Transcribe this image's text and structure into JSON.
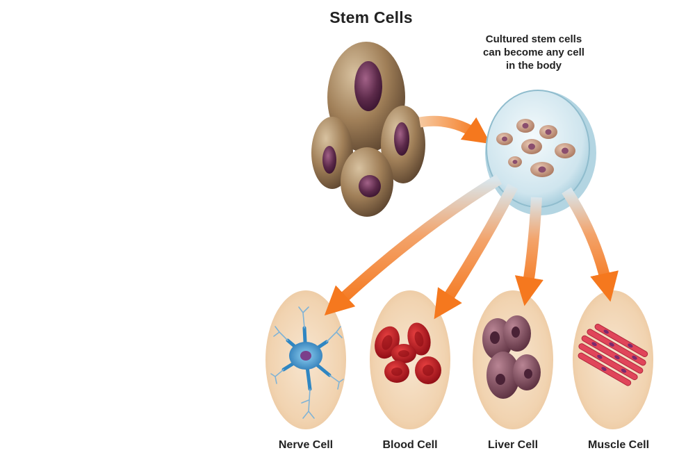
{
  "diagram": {
    "title": "Stem Cells",
    "caption_lines": [
      "Cultured stem cells",
      "can become any cell",
      "in the body"
    ],
    "cell_types": [
      {
        "label": "Nerve Cell"
      },
      {
        "label": "Blood Cell"
      },
      {
        "label": "Liver Cell"
      },
      {
        "label": "Muscle Cell"
      }
    ]
  },
  "colors": {
    "arrow": "#f5781e",
    "bubble": "#f3d8b8",
    "stem_cell": "#a07f58",
    "stem_nucleus": "#5c2a4a",
    "dish": "#d7ebf3",
    "nerve": "#3b8fc9",
    "blood": "#c01820",
    "liver": "#7a4a58",
    "muscle": "#e0455a"
  }
}
